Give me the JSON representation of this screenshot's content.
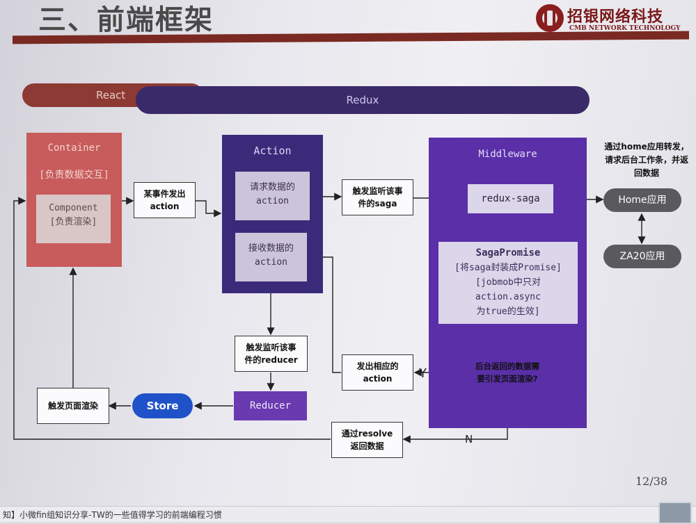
{
  "slide": {
    "title": "三、前端框架",
    "logo_cn": "招银网络科技",
    "logo_en": "CMB NETWORK TECHNOLOGY",
    "page_number": "12/38"
  },
  "bands": {
    "react": "React",
    "redux": "Redux"
  },
  "container": {
    "title": "Container",
    "subtitle": "[负责数据交互]",
    "component_line1": "Component",
    "component_line2": "[负责渲染]"
  },
  "action_panel": {
    "title": "Action",
    "request_line1": "请求数据的",
    "request_line2": "action",
    "receive_line1": "接收数据的",
    "receive_line2": "action"
  },
  "middleware": {
    "title": "Middleware",
    "saga": "redux-saga",
    "sagapromise_title": "SagaPromise",
    "sagapromise_lines": [
      "[将saga封装成Promise]",
      "[jobmob中只对",
      "action.async",
      "为true的生效]"
    ],
    "decision_line1": "后台返回的数据需",
    "decision_line2": "要引发页面渲染?"
  },
  "boxes": {
    "event_line1": "某事件发出",
    "event_line2": "action",
    "trigger_saga_line1": "触发监听该事",
    "trigger_saga_line2": "件的saga",
    "trigger_reducer_line1": "触发监听该事",
    "trigger_reducer_line2": "件的reducer",
    "emit_action_line1": "发出相应的",
    "emit_action_line2": "action",
    "resolve_line1": "通过resolve",
    "resolve_line2": "返回数据",
    "render_page": "触发页面渲染",
    "reducer": "Reducer",
    "store": "Store"
  },
  "apps": {
    "note": "通过home应用转发，请求后台工作条，并返回数据",
    "home": "Home应用",
    "za20": "ZA20应用"
  },
  "branch_labels": {
    "yes": "Y",
    "no": "N"
  },
  "taskbar": {
    "text": "知】小微fin组知识分享-TW的一些值得学习的前端编程习惯"
  },
  "colors": {
    "react": "#8d3a34",
    "redux": "#3a2a6a",
    "container": "#c85b5b",
    "action": "#3a2a7a",
    "middleware": "#5a2fa8",
    "store": "#1f52c8",
    "title_bar": "#7a2a22"
  }
}
